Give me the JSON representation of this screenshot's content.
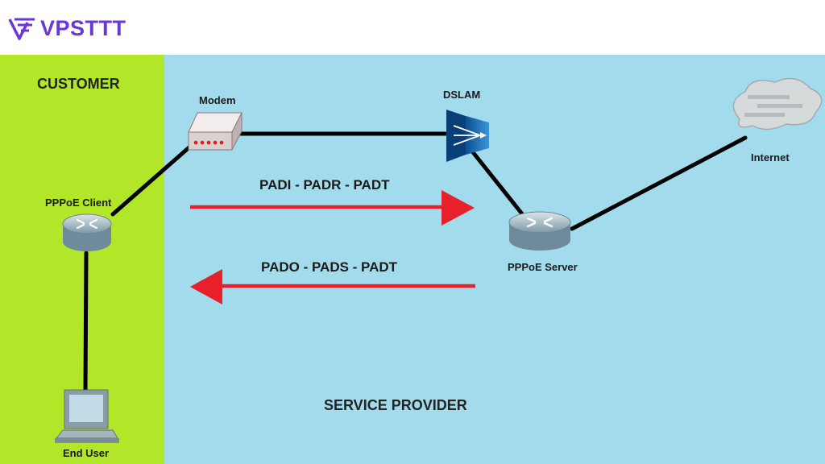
{
  "brand": {
    "name": "VPSTTT",
    "logo_icon": "vpsttt-logo-icon",
    "color": "#6a35d9"
  },
  "zones": {
    "customer": {
      "label": "CUSTOMER",
      "color": "#b1e629"
    },
    "provider": {
      "label": "SERVICE PROVIDER",
      "color": "#a2dbec"
    }
  },
  "nodes": {
    "modem": {
      "label": "Modem",
      "icon": "modem-icon"
    },
    "dslam": {
      "label": "DSLAM",
      "icon": "dslam-icon"
    },
    "internet": {
      "label": "Internet",
      "icon": "cloud-icon"
    },
    "pppoe_client": {
      "label": "PPPoE Client",
      "icon": "router-icon"
    },
    "pppoe_server": {
      "label": "PPPoE Server",
      "icon": "router-icon"
    },
    "end_user": {
      "label": "End User",
      "icon": "computer-icon"
    }
  },
  "messages": {
    "forward": {
      "label": "PADI - PADR - PADT",
      "direction": "right"
    },
    "backward": {
      "label": "PADO - PADS - PADT",
      "direction": "left"
    }
  },
  "colors": {
    "link": "#000000",
    "arrow": "#e8202a"
  }
}
